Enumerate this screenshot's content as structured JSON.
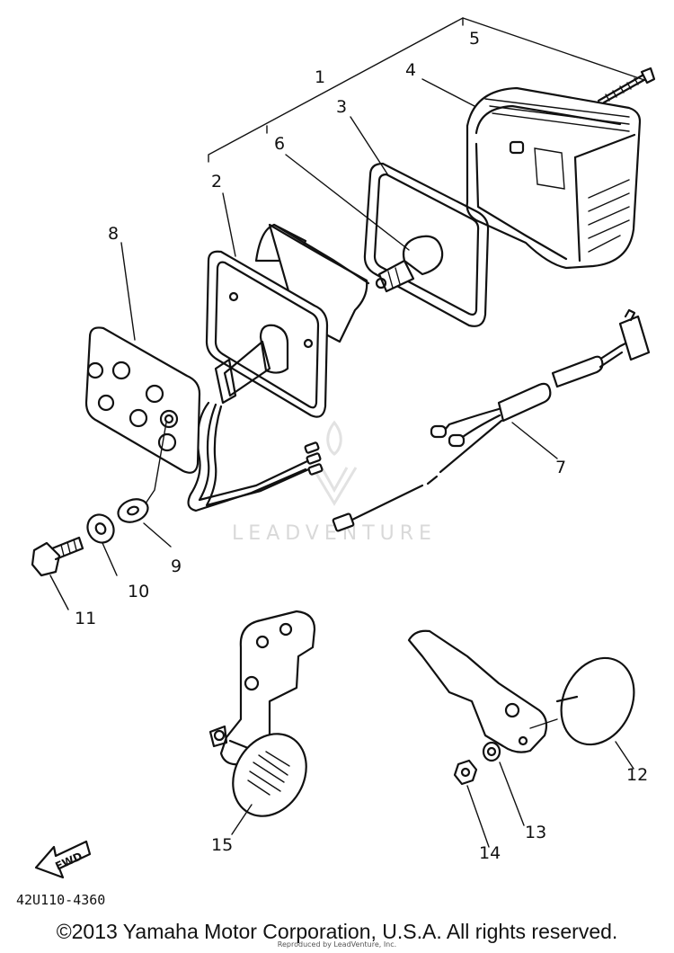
{
  "diagram": {
    "callouts": [
      "1",
      "2",
      "3",
      "4",
      "5",
      "6",
      "7",
      "8",
      "9",
      "10",
      "11",
      "12",
      "13",
      "14",
      "15"
    ],
    "diagram_code": "42U110-4360",
    "fwd_label": "FWD"
  },
  "watermark": {
    "text": "LEADVENTURE"
  },
  "footer": {
    "copyright": "©2013 Yamaha Motor Corporation, U.S.A. All rights reserved.",
    "reproduced": "Reproduced by LeadVenture, Inc."
  },
  "colors": {
    "ink": "#111111",
    "watermark": "#d9d9d9",
    "background": "#ffffff"
  }
}
